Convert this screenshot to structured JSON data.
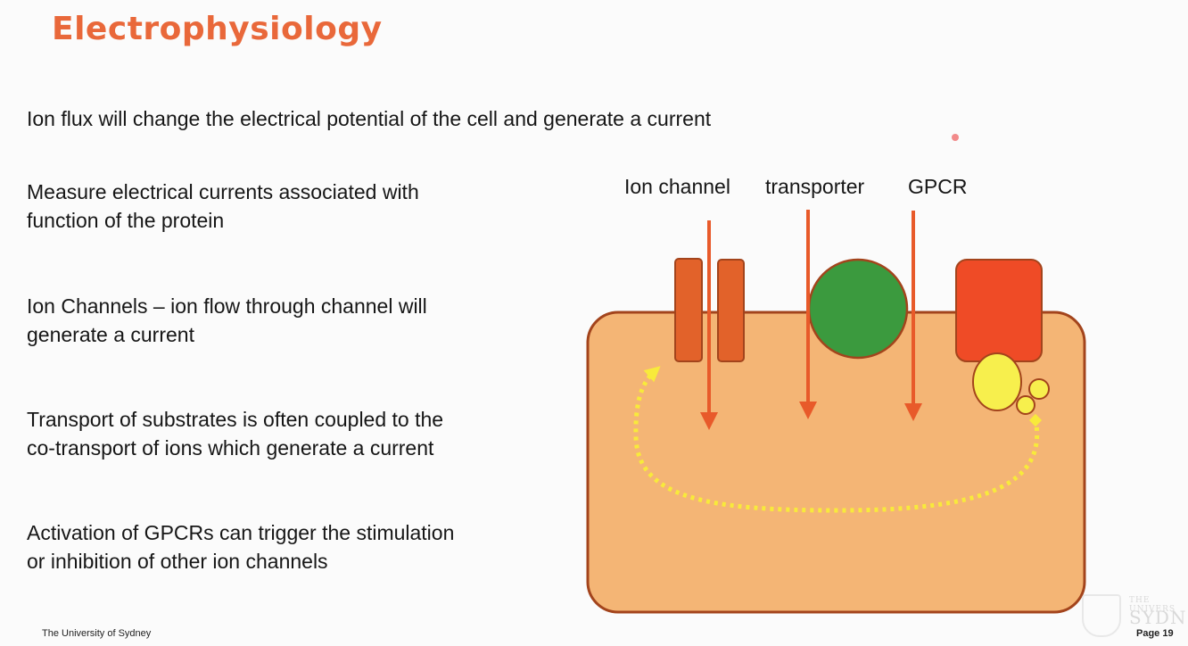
{
  "title": "Electrophysiology",
  "intro": "Ion flux will change the electrical potential of the cell and generate a current",
  "bullets": [
    "Measure electrical currents associated with\nfunction of the protein",
    "Ion Channels – ion flow through channel will\ngenerate a current",
    "Transport of substrates is often coupled to the\nco-transport of ions which generate a current",
    "Activation of GPCRs can trigger the stimulation\n or inhibition of other ion channels"
  ],
  "diagram": {
    "labels": {
      "ion_channel": "Ion channel",
      "transporter": "transporter",
      "gpcr": "GPCR"
    },
    "colors": {
      "cell_fill": "#f4b575",
      "cell_stroke": "#a3441c",
      "channel": "#e2622a",
      "arrow": "#e85a2a",
      "transporter": "#3b9a3e",
      "gpcr": "#ef4b26",
      "g_protein": "#f7ef4d",
      "signal_path": "#f8ea3b"
    }
  },
  "footer": {
    "left": "The University of Sydney",
    "right": "Page 19"
  },
  "watermark": {
    "line1": "THE UNIVERS",
    "line2": "SYDN"
  }
}
